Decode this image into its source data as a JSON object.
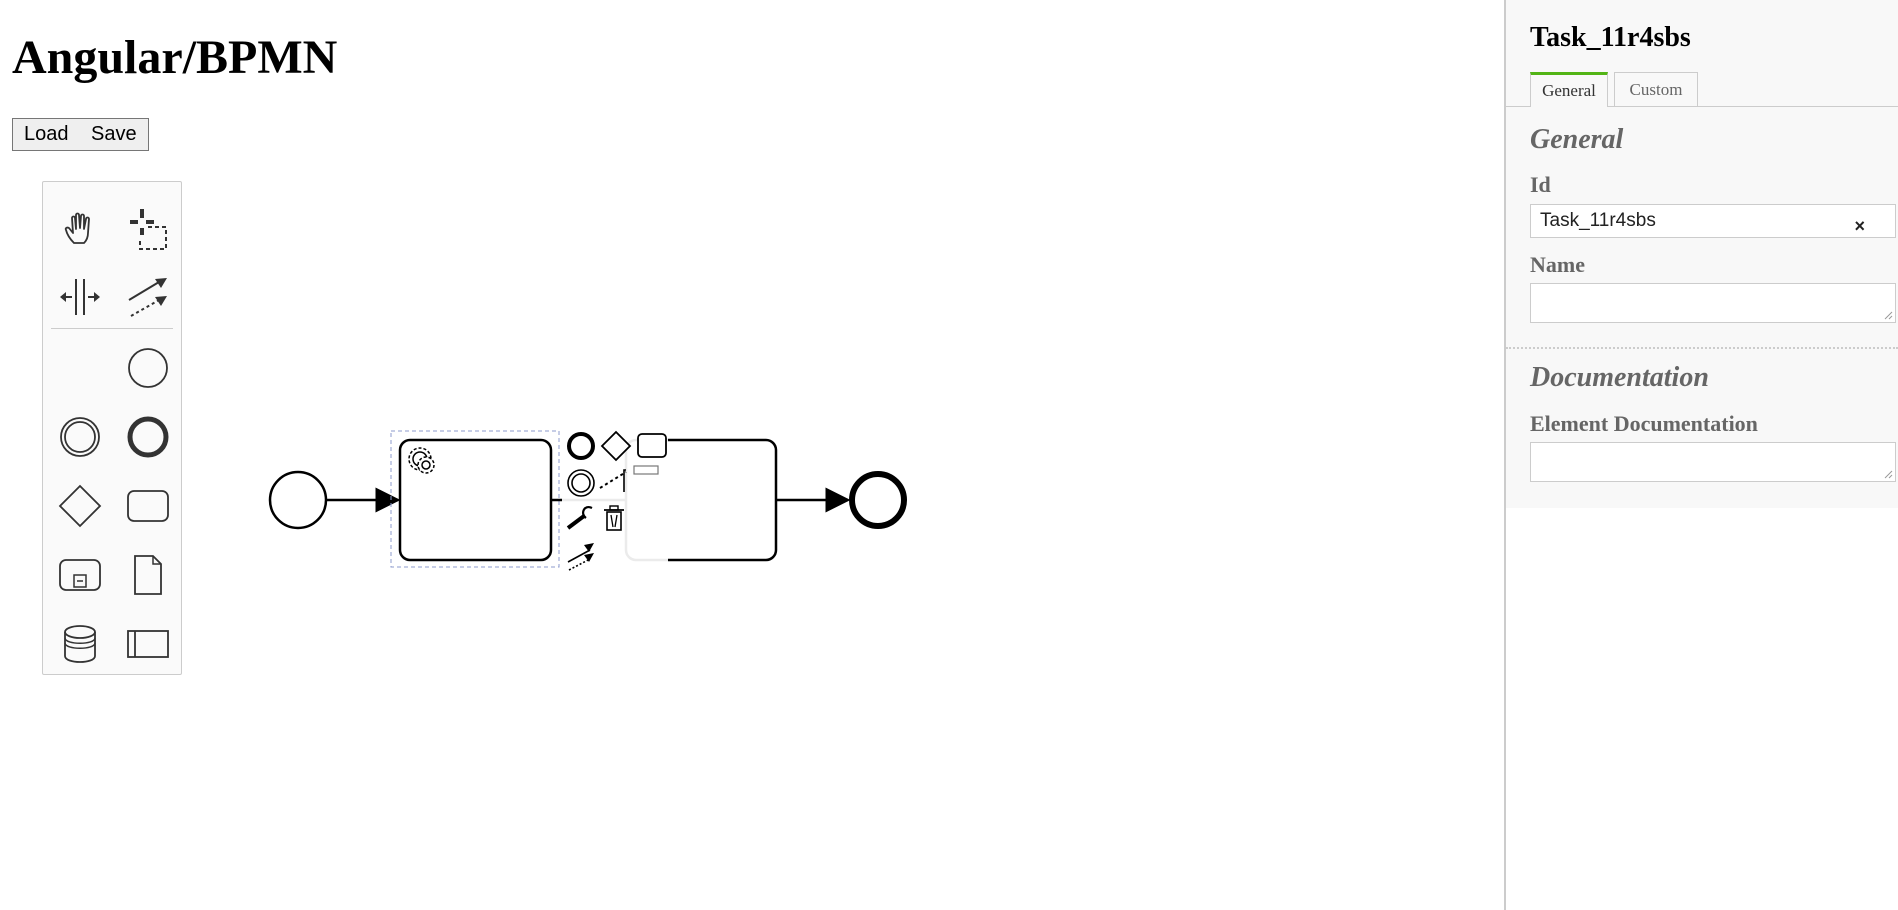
{
  "page": {
    "title": "Angular/BPMN"
  },
  "toolbar": {
    "load_label": "Load",
    "save_label": "Save"
  },
  "palette": {
    "tools": [
      {
        "name": "hand-tool",
        "icon": "hand-icon"
      },
      {
        "name": "lasso-tool",
        "icon": "lasso-icon"
      },
      {
        "name": "space-tool",
        "icon": "space-icon"
      },
      {
        "name": "global-connect-tool",
        "icon": "connect-icon"
      },
      {
        "name": "create-start-event",
        "icon": "start-event-icon"
      },
      {
        "name": "create-intermediate-event",
        "icon": "intermediate-event-icon"
      },
      {
        "name": "create-end-event",
        "icon": "end-event-icon"
      },
      {
        "name": "create-gateway",
        "icon": "gateway-icon"
      },
      {
        "name": "create-task",
        "icon": "task-icon"
      },
      {
        "name": "create-subprocess",
        "icon": "subprocess-icon"
      },
      {
        "name": "create-data-object",
        "icon": "data-object-icon"
      },
      {
        "name": "create-data-store",
        "icon": "data-store-icon"
      },
      {
        "name": "create-pool",
        "icon": "pool-icon"
      }
    ]
  },
  "properties_panel": {
    "element_title": "Task_11r4sbs",
    "tabs": [
      {
        "label": "General",
        "active": true
      },
      {
        "label": "Custom",
        "active": false
      }
    ],
    "general_group": {
      "title": "General",
      "id_label": "Id",
      "id_value": "Task_11r4sbs",
      "clear_symbol": "×",
      "name_label": "Name",
      "name_value": ""
    },
    "documentation_group": {
      "title": "Documentation",
      "doc_label": "Element Documentation",
      "doc_value": ""
    }
  },
  "colors": {
    "active_tab_accent": "#52b415",
    "panel_background": "#f8f8f8",
    "selection_outline": "#8d9bce"
  }
}
